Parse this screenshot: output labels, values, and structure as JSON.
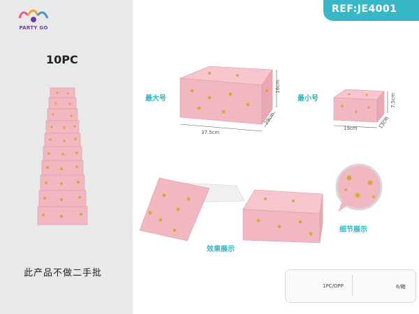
{
  "brand": {
    "logo_text": "PARTY GO"
  },
  "ref": {
    "label": "REF:JE4001"
  },
  "product": {
    "count_label": "10PC",
    "disclaimer": "此产品不做二手批"
  },
  "largest": {
    "label": "最大号",
    "length": "37.5cm",
    "width": "29cm",
    "height": "16cm"
  },
  "smallest": {
    "label": "最小号",
    "length": "19cm",
    "width": "13cm",
    "height": "7.5cm"
  },
  "effect": {
    "label": "效果展示"
  },
  "detail": {
    "label": "细节展示"
  },
  "packaging": {
    "per_bag": "1PC/OPP",
    "per_carton": "6/箱"
  },
  "colors": {
    "accent": "#2fb5c3",
    "box_pink": "#f2b8c2",
    "gold": "#d8a93a"
  }
}
